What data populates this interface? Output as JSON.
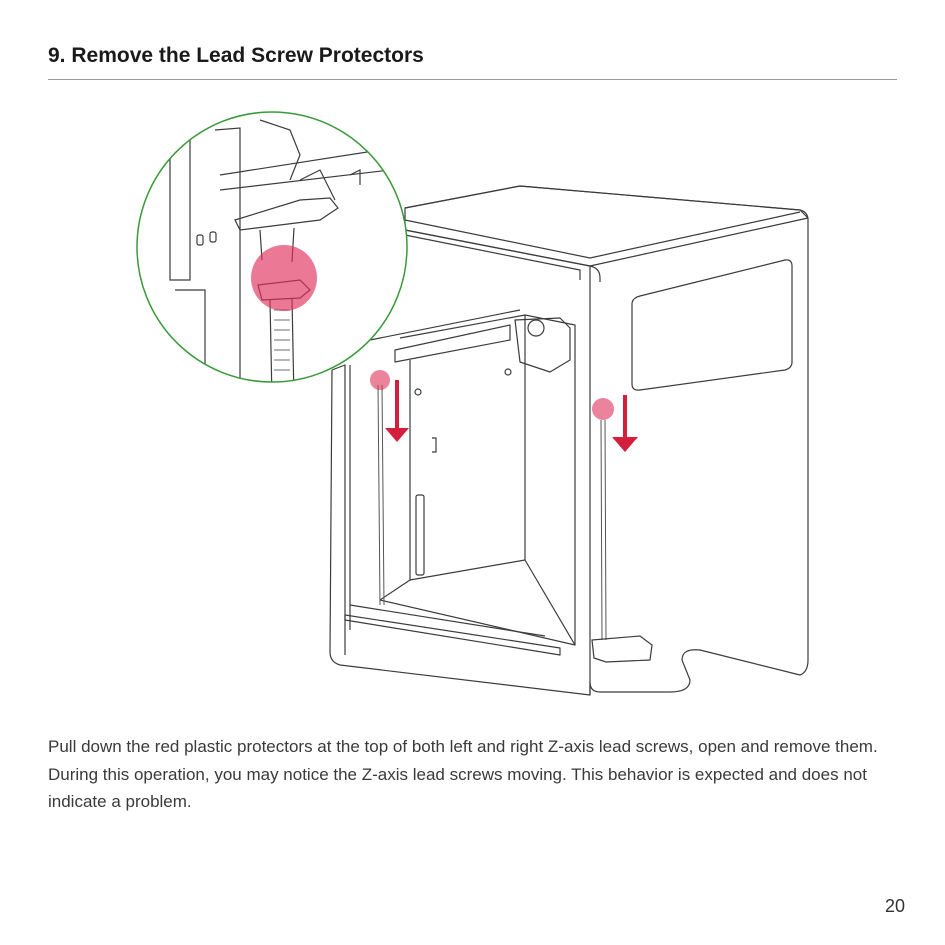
{
  "title": "9. Remove the Lead Screw Protectors",
  "paragraphs": [
    "Pull down the red plastic protectors at the top of both left and right Z-axis lead screws, open and remove them.",
    "During this operation, you may notice the Z-axis lead screws moving. This behavior is expected and does not indicate a problem."
  ],
  "page_number": "20",
  "colors": {
    "highlight": "#e0305a",
    "zoom_circle": "#3a9a3a",
    "arrow": "#d41f3c"
  },
  "icons": [
    "down-arrow-icon",
    "down-arrow-icon"
  ]
}
